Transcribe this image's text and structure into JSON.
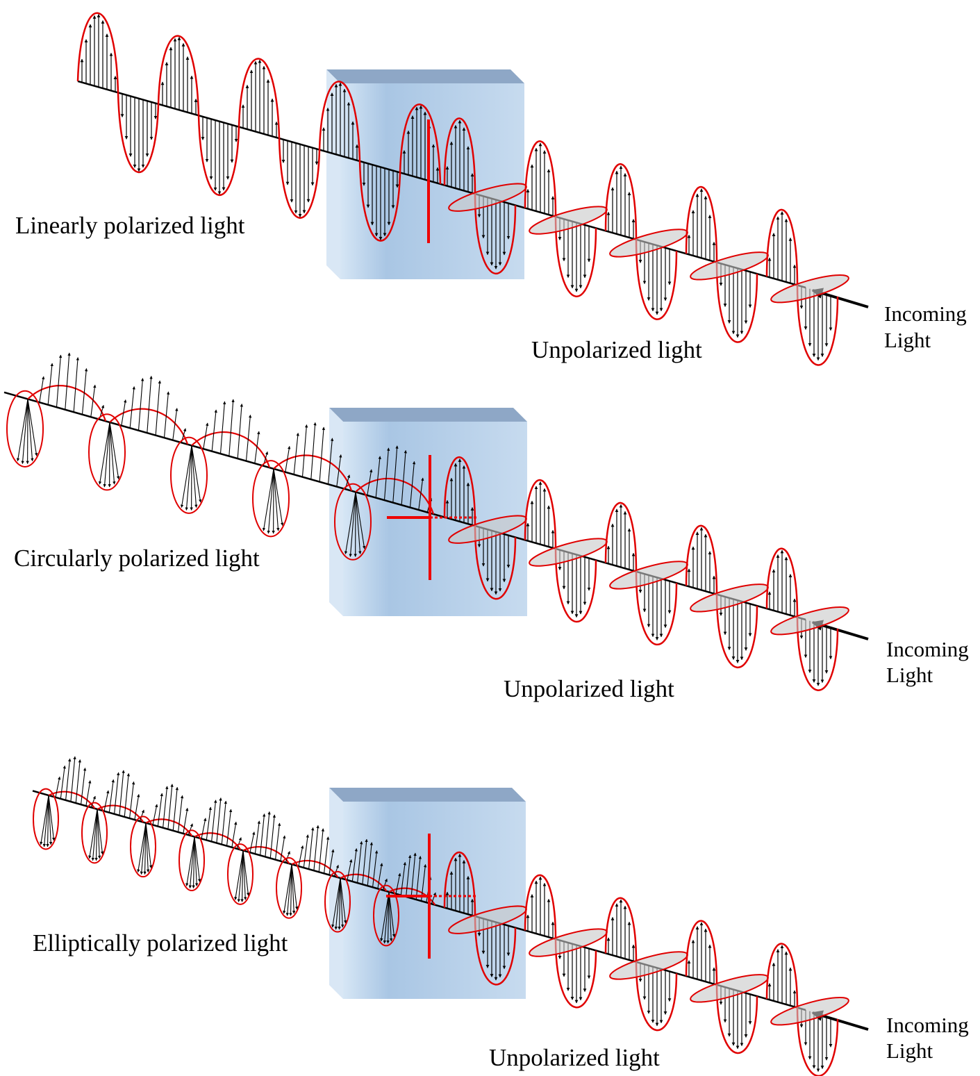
{
  "panels": [
    {
      "output_label": "Linearly polarized light",
      "input_label": "Unpolarized light",
      "source_label": [
        "Incoming",
        "Light"
      ],
      "output_type": "linear"
    },
    {
      "output_label": "Circularly polarized light",
      "input_label": "Unpolarized light",
      "source_label": [
        "Incoming",
        "Light"
      ],
      "output_type": "circular"
    },
    {
      "output_label": "Elliptically polarized light",
      "input_label": "Unpolarized light",
      "source_label": [
        "Incoming",
        "Light"
      ],
      "output_type": "elliptical"
    }
  ],
  "colors": {
    "wave_envelope": "#e00000",
    "field_vectors": "#000000",
    "axis_marker": "#ee0000",
    "crystal_face": "#bcd5ee",
    "crystal_top": "#8ea7c6",
    "crystal_side": "#d9e7f5"
  }
}
